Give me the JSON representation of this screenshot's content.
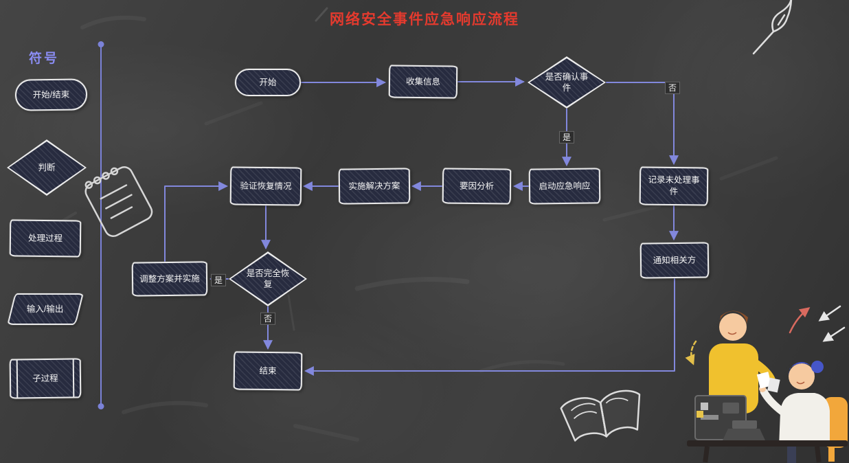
{
  "title": "网络安全事件应急响应流程",
  "legend": {
    "heading": "符号",
    "items": [
      {
        "label": "开始/结束",
        "shape": "stadium"
      },
      {
        "label": "判断",
        "shape": "diamond"
      },
      {
        "label": "处理过程",
        "shape": "process-rect"
      },
      {
        "label": "输入/输出",
        "shape": "parallelogram"
      },
      {
        "label": "子过程",
        "shape": "subprocess"
      }
    ]
  },
  "flow": {
    "nodes": [
      {
        "id": "start",
        "label": "开始",
        "shape": "stadium"
      },
      {
        "id": "collect-info",
        "label": "收集信息",
        "shape": "rect"
      },
      {
        "id": "confirm-incident",
        "label": "是否确认事件",
        "shape": "diamond"
      },
      {
        "id": "start-response",
        "label": "启动应急响应",
        "shape": "rect"
      },
      {
        "id": "record-unhandled",
        "label": "记录未处理事件",
        "shape": "rect"
      },
      {
        "id": "notify-parties",
        "label": "通知相关方",
        "shape": "rect"
      },
      {
        "id": "root-cause",
        "label": "要因分析",
        "shape": "rect"
      },
      {
        "id": "implement-solution",
        "label": "实施解决方案",
        "shape": "rect"
      },
      {
        "id": "verify-recovery",
        "label": "验证恢复情况",
        "shape": "rect"
      },
      {
        "id": "fully-recovered",
        "label": "是否完全恢复",
        "shape": "diamond"
      },
      {
        "id": "adjust-plan",
        "label": "调整方案并实施",
        "shape": "rect"
      },
      {
        "id": "end",
        "label": "结束",
        "shape": "rect"
      }
    ],
    "edge_labels": {
      "yes": "是",
      "no": "否"
    }
  },
  "decor": {
    "icons": [
      "paintbrush-icon",
      "spiral-notebook-icon",
      "open-book-icon",
      "chalk-arrow-icons",
      "people-at-computer-illustration"
    ]
  },
  "colors": {
    "board": "#3a3a3a",
    "title": "#e53a2e",
    "legend_heading": "#8a8cf2",
    "arrow": "#8288dd",
    "node_fill": "#272b3f",
    "chalk": "#ececec",
    "sweater_yellow": "#f0c12e",
    "chair_orange": "#f2a73b",
    "hair_blue": "#4656c8"
  }
}
